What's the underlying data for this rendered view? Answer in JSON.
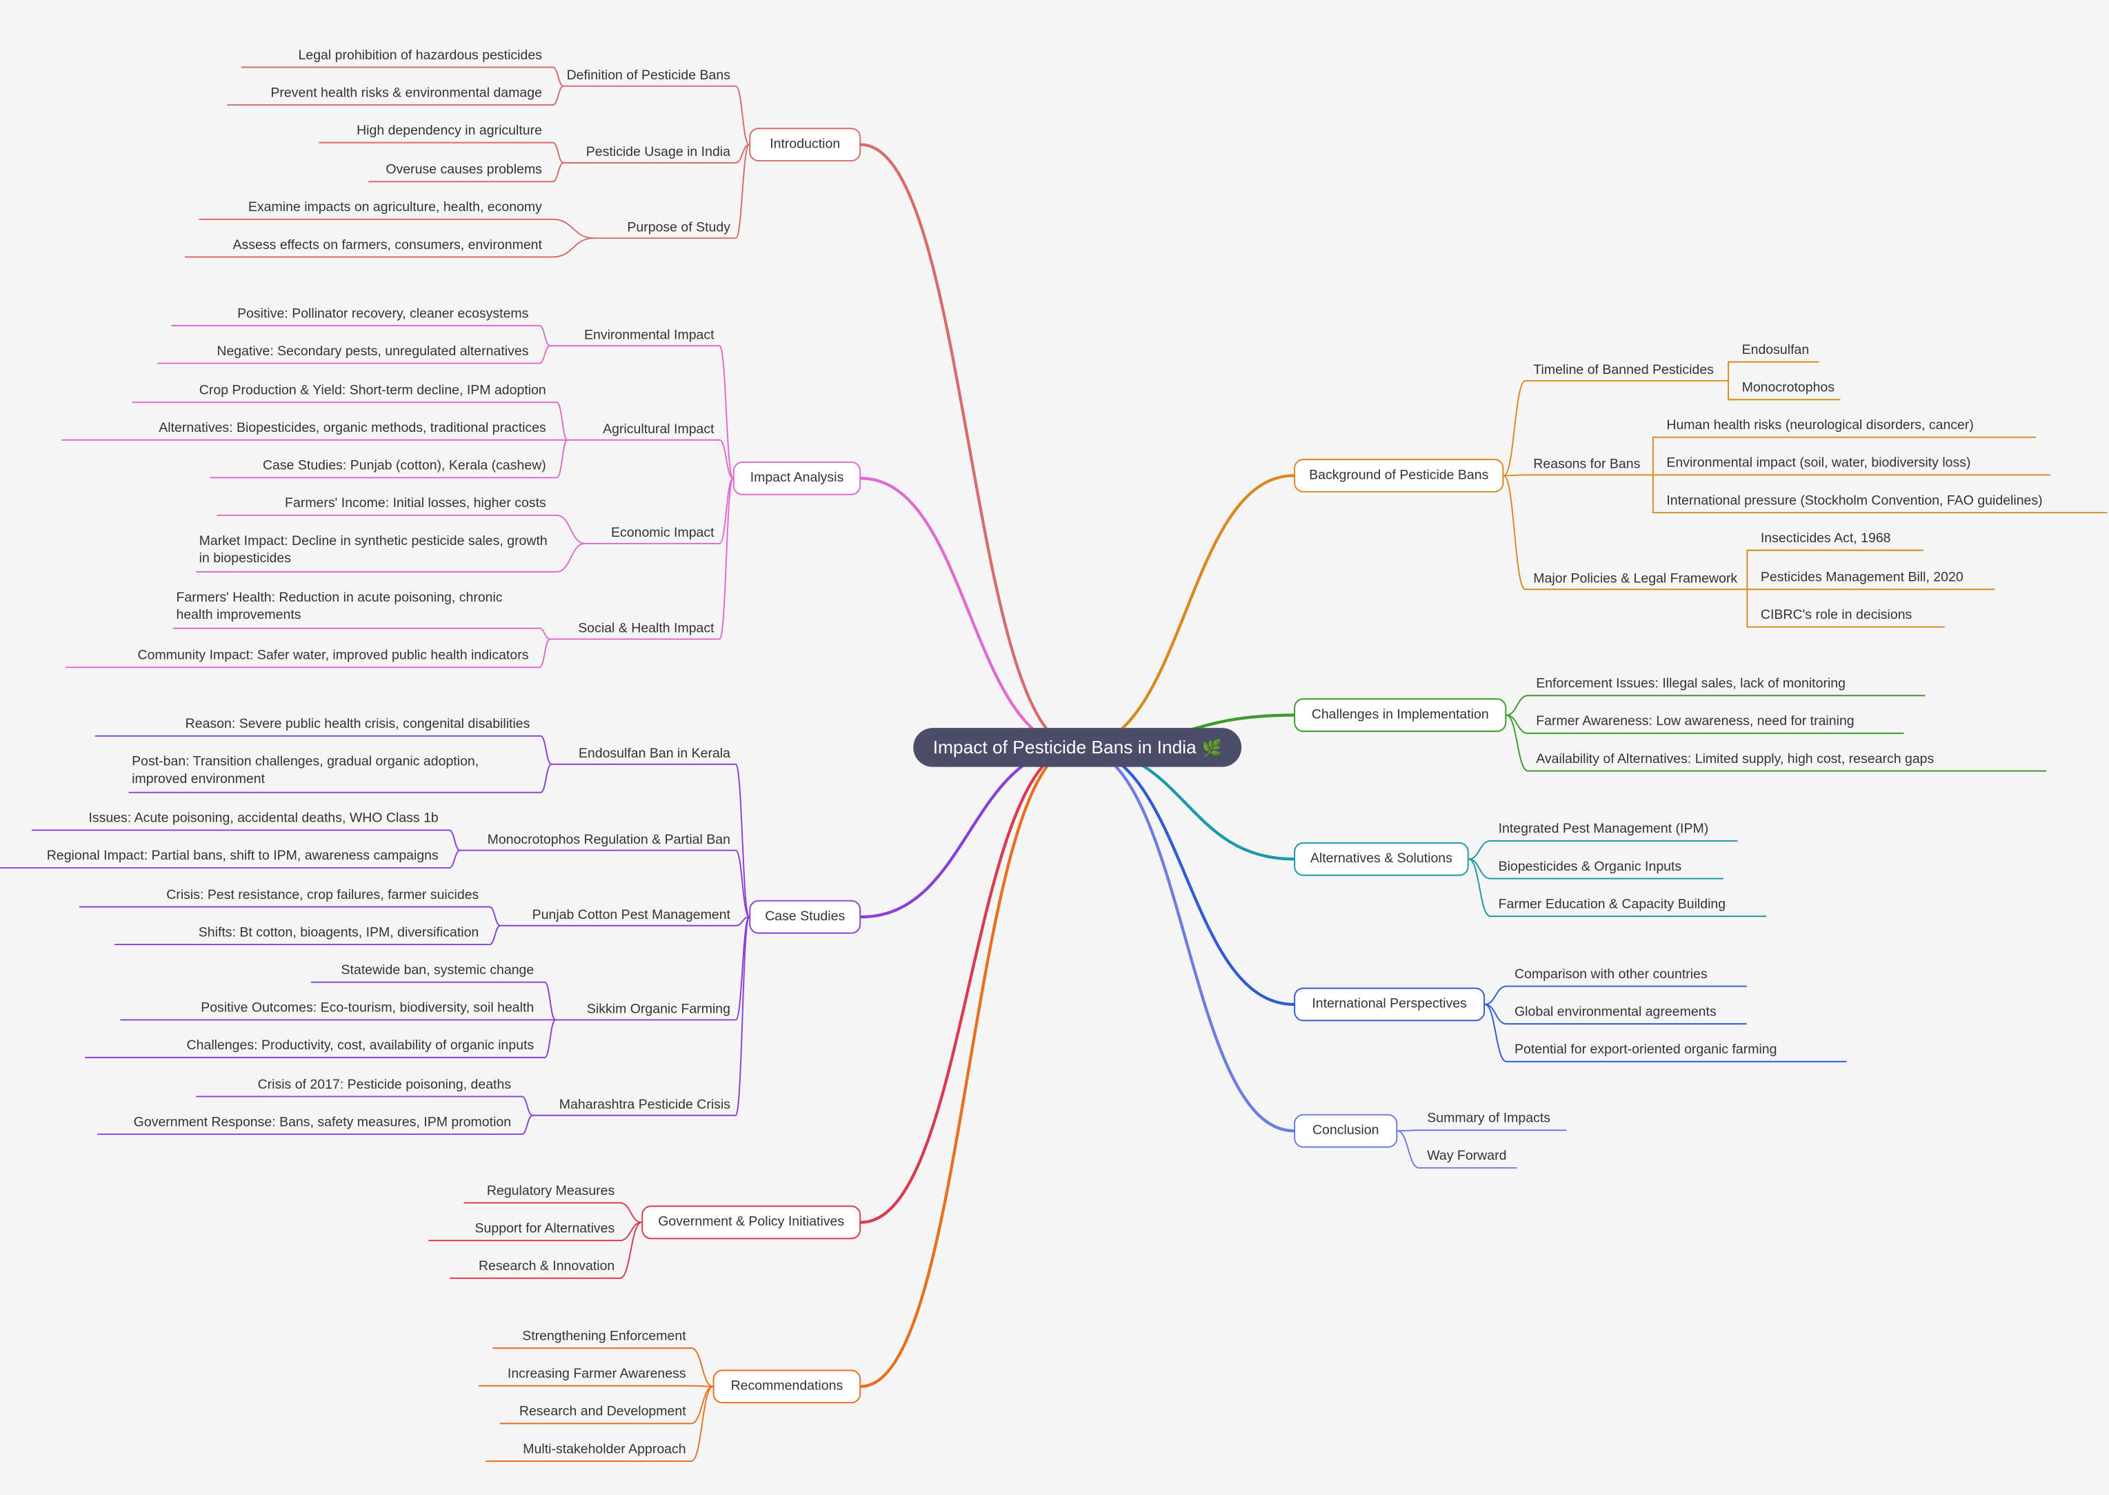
{
  "root": {
    "label": "Impact of Pesticide Bans in India",
    "icon": "leaf-icon"
  },
  "colors": {
    "introduction": "#d86b6b",
    "impact": "#e06bd0",
    "case": "#8a3fd8",
    "government": "#d93a4e",
    "recommendations": "#e8701d",
    "background": "#d98a1f",
    "challenges": "#3c9a2e",
    "alternatives": "#1a9aa8",
    "international": "#2e5bd6",
    "conclusion": "#6a7de0"
  },
  "branches": {
    "introduction": {
      "label": "Introduction",
      "children": [
        {
          "label": "Definition of Pesticide Bans",
          "children": [
            "Legal prohibition of hazardous pesticides",
            "Prevent health risks & environmental damage"
          ]
        },
        {
          "label": "Pesticide Usage in India",
          "children": [
            "High dependency in agriculture",
            "Overuse causes problems"
          ]
        },
        {
          "label": "Purpose of Study",
          "children": [
            "Examine impacts on agriculture, health, economy",
            "Assess effects on farmers, consumers, environment"
          ]
        }
      ]
    },
    "impact": {
      "label": "Impact Analysis",
      "children": [
        {
          "label": "Environmental Impact",
          "children": [
            "Positive: Pollinator recovery, cleaner ecosystems",
            "Negative: Secondary pests, unregulated alternatives"
          ]
        },
        {
          "label": "Agricultural Impact",
          "children": [
            "Crop Production & Yield: Short-term decline, IPM adoption",
            "Alternatives: Biopesticides, organic methods, traditional practices",
            "Case Studies: Punjab (cotton), Kerala (cashew)"
          ]
        },
        {
          "label": "Economic Impact",
          "children": [
            "Farmers' Income: Initial losses, higher costs",
            "Market Impact: Decline in synthetic pesticide sales, growth in biopesticides"
          ]
        },
        {
          "label": "Social & Health Impact",
          "children": [
            "Farmers' Health: Reduction in acute poisoning, chronic health improvements",
            "Community Impact: Safer water, improved public health indicators"
          ]
        }
      ]
    },
    "case": {
      "label": "Case Studies",
      "children": [
        {
          "label": "Endosulfan Ban in Kerala",
          "children": [
            "Reason: Severe public health crisis, congenital disabilities",
            "Post-ban: Transition challenges, gradual organic adoption, improved environment"
          ]
        },
        {
          "label": "Monocrotophos Regulation & Partial Ban",
          "children": [
            "Issues: Acute poisoning, accidental deaths, WHO Class 1b",
            "Regional Impact: Partial bans, shift to IPM, awareness campaigns"
          ]
        },
        {
          "label": "Punjab Cotton Pest Management",
          "children": [
            "Crisis: Pest resistance, crop failures, farmer suicides",
            "Shifts: Bt cotton, bioagents, IPM, diversification"
          ]
        },
        {
          "label": "Sikkim Organic Farming",
          "children": [
            "Statewide ban, systemic change",
            "Positive Outcomes: Eco-tourism, biodiversity, soil health",
            "Challenges: Productivity, cost, availability of organic inputs"
          ]
        },
        {
          "label": "Maharashtra Pesticide Crisis",
          "children": [
            "Crisis of 2017: Pesticide poisoning, deaths",
            "Government Response: Bans, safety measures, IPM promotion"
          ]
        }
      ]
    },
    "government": {
      "label": "Government & Policy Initiatives",
      "children": [
        "Regulatory Measures",
        "Support for Alternatives",
        "Research & Innovation"
      ]
    },
    "recommendations": {
      "label": "Recommendations",
      "children": [
        "Strengthening Enforcement",
        "Increasing Farmer Awareness",
        "Research and Development",
        "Multi-stakeholder Approach"
      ]
    },
    "background": {
      "label": "Background of Pesticide Bans",
      "children": [
        {
          "label": "Timeline of Banned Pesticides",
          "children": [
            "Endosulfan",
            "Monocrotophos"
          ]
        },
        {
          "label": "Reasons for Bans",
          "children": [
            "Human health risks (neurological disorders, cancer)",
            "Environmental impact (soil, water, biodiversity loss)",
            "International pressure (Stockholm Convention, FAO guidelines)"
          ]
        },
        {
          "label": "Major Policies & Legal Framework",
          "children": [
            "Insecticides Act, 1968",
            "Pesticides Management Bill, 2020",
            "CIBRC's role in decisions"
          ]
        }
      ]
    },
    "challenges": {
      "label": "Challenges in Implementation",
      "children": [
        "Enforcement Issues: Illegal sales, lack of monitoring",
        "Farmer Awareness: Low awareness, need for training",
        "Availability of Alternatives: Limited supply, high cost, research gaps"
      ]
    },
    "alternatives": {
      "label": "Alternatives & Solutions",
      "children": [
        "Integrated Pest Management (IPM)",
        "Biopesticides & Organic Inputs",
        "Farmer Education & Capacity Building"
      ]
    },
    "international": {
      "label": "International Perspectives",
      "children": [
        "Comparison with other countries",
        "Global environmental agreements",
        "Potential for export-oriented organic farming"
      ]
    },
    "conclusion": {
      "label": "Conclusion",
      "children": [
        "Summary of Impacts",
        "Way Forward"
      ]
    }
  }
}
